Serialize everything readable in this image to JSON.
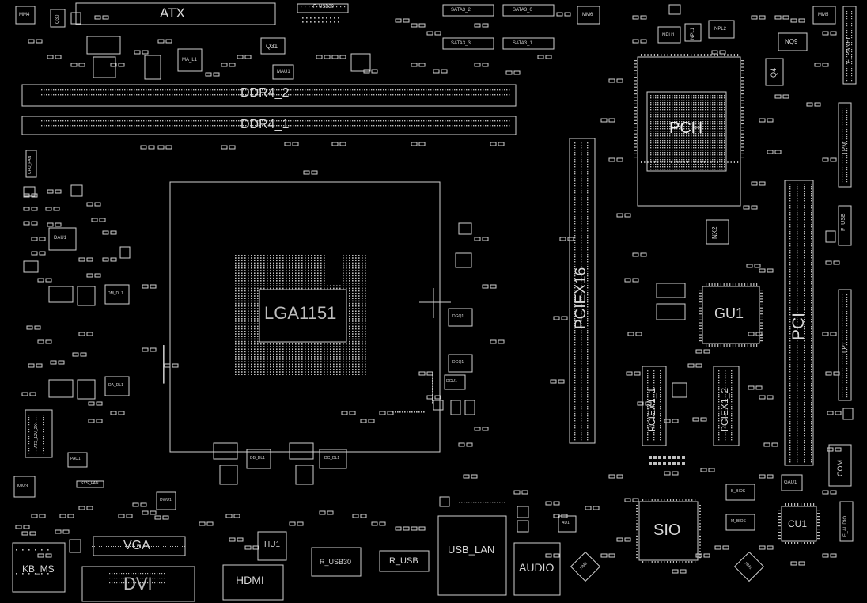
{
  "board": {
    "background": "#000000",
    "line_color": "#cfcfcf",
    "labels": {
      "atx": "ATX",
      "f_usb30": "F_USB30",
      "sata3_2": "SATA3_2",
      "sata3_0": "SATA3_0",
      "sata3_3": "SATA3_3",
      "sata3_1": "SATA3_1",
      "mm4": "MM4",
      "mm6": "MM6",
      "mm5": "MM5",
      "mm3": "MM3",
      "q30": "Q30",
      "q31": "Q31",
      "q4": "Q4",
      "ma_l1": "MA_L1",
      "mau1": "MAU1",
      "npl1": "NPL1",
      "npl2": "NPL2",
      "nq9": "NQ9",
      "npu1": "NPU1",
      "f_panel": "F_PANEL",
      "ddr4_2": "DDR4_2",
      "ddr4_1": "DDR4_1",
      "pch": "PCH",
      "tpm": "TPM",
      "cpu_fan": "CPU_FAN",
      "dau1": "DAU1",
      "dm_dl1": "DM_DL1",
      "da_dl1": "DA_DL1",
      "atx_12v": "ATX_12V_2X4",
      "pau1": "PAU1",
      "sys_fan": "SYS_FAN",
      "lga": "LGA1151",
      "dgq1": "DGQ1",
      "dgq1b": "DGQ1",
      "dgu1": "DGU1",
      "db_dl1": "DB_DL1",
      "dc_dl1": "DC_DL1",
      "dwu1": "DWU1",
      "pciex16": "PCIEX16",
      "nx2": "NX2",
      "gu1": "GU1",
      "pciex1_1": "PCIEX1_1",
      "pciex1_2": "PCIEX1_2",
      "pci": "PCI",
      "f_usb": "F_USB",
      "lpt": "LPT",
      "com": "COM",
      "f_audio": "F_AUDIO",
      "gau1": "GAU1",
      "cu1": "CU1",
      "b_bios": "B_BIOS",
      "m_bios": "M_BIOS",
      "sio": "SIO",
      "hm2": "HM2",
      "hm1": "HM1",
      "au1": "AU1",
      "kb_ms": "KB_MS",
      "vga": "VGA",
      "dvi": "DVI",
      "hu1": "HU1",
      "hdmi": "HDMI",
      "r_usb30": "R_USB30",
      "r_usb": "R_USB",
      "usb_lan": "USB_LAN",
      "audio": "AUDIO"
    }
  }
}
